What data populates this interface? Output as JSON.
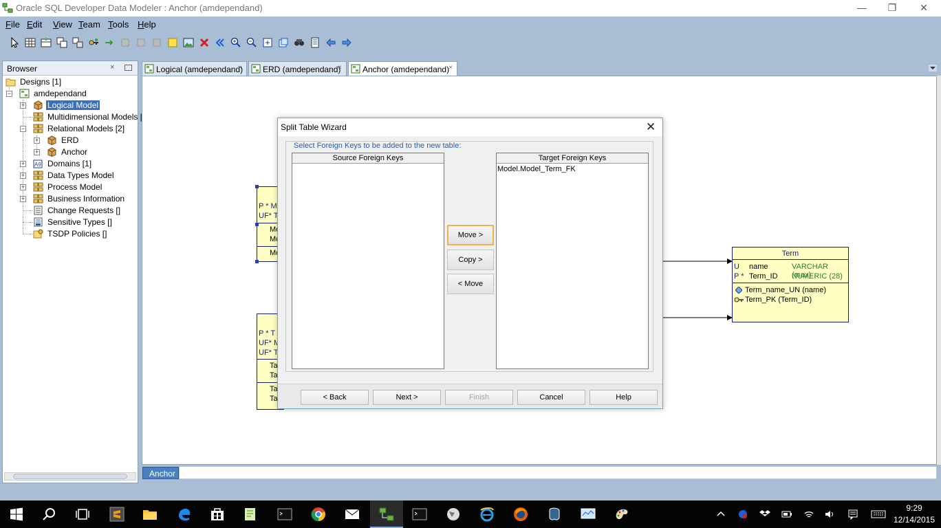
{
  "window": {
    "title": "Oracle SQL Developer Data Modeler : Anchor (amdependand)",
    "minimize": "—",
    "restore": "❐",
    "close": "✕"
  },
  "menu": [
    {
      "label": "File",
      "u": "F",
      "rest": "ile"
    },
    {
      "label": "Edit",
      "u": "E",
      "rest": "dit"
    },
    {
      "label": "View",
      "u": "V",
      "rest": "iew"
    },
    {
      "label": "Team",
      "u": "T",
      "rest": "eam"
    },
    {
      "label": "Tools",
      "u": "T",
      "rest": "ools"
    },
    {
      "label": "Help",
      "u": "H",
      "rest": "elp"
    }
  ],
  "browser": {
    "title": "Browser",
    "close": "×",
    "tree": [
      {
        "label": "Designs [1]"
      },
      {
        "label": "amdependand"
      },
      {
        "label": "Logical Model"
      },
      {
        "label": "Multidimensional Models []"
      },
      {
        "label": "Relational Models [2]"
      },
      {
        "label": "ERD"
      },
      {
        "label": "Anchor"
      },
      {
        "label": "Domains [1]"
      },
      {
        "label": "Data Types Model"
      },
      {
        "label": "Process Model"
      },
      {
        "label": "Business Information"
      },
      {
        "label": "Change Requests []"
      },
      {
        "label": "Sensitive Types []"
      },
      {
        "label": "TSDP Policies []"
      }
    ]
  },
  "tabs": [
    {
      "label": "Logical (amdependand)",
      "close": "×"
    },
    {
      "label": "ERD (amdependand)",
      "close": "×"
    },
    {
      "label": "Anchor (amdependand)",
      "close": "×"
    }
  ],
  "diagram": {
    "left_table_1": {
      "rows": [
        "P  *  M",
        "UF*  T",
        "Mo",
        "Mo",
        "Mo"
      ]
    },
    "left_table_2": {
      "rows": [
        "P  *  T",
        "UF*  M",
        "UF*  T",
        "Ta",
        "Ta",
        "Ta",
        "Ta"
      ]
    },
    "term_table": {
      "name": "Term",
      "columns": [
        {
          "flags": "U",
          "name": "name",
          "type": "VARCHAR (max)"
        },
        {
          "flags": "P  *",
          "name": "Term_ID",
          "type": "NUMERIC (28)"
        }
      ],
      "keys": [
        "Term_name_UN (name)",
        "Term_PK (Term_ID)"
      ]
    },
    "colors": {
      "table_fill": "#ffffc4",
      "table_border": "#1a1a7a",
      "type_text": "#2e7d2e"
    }
  },
  "bottom_tab": "Anchor",
  "dialog": {
    "title": "Split Table Wizard",
    "close": "✕",
    "group_label": "Select Foreign Keys to be added to the new table:",
    "source_header": "Source Foreign Keys",
    "source_items": [],
    "target_header": "Target Foreign Keys",
    "target_items": [
      "Model.Model_Term_FK"
    ],
    "move_right": "Move >",
    "copy_right": "Copy >",
    "move_left": "< Move",
    "back": "< Back",
    "next": "Next >",
    "finish": "Finish",
    "cancel": "Cancel",
    "help": "Help"
  },
  "taskbar": {
    "time": "9:29",
    "date": "12/14/2015"
  }
}
